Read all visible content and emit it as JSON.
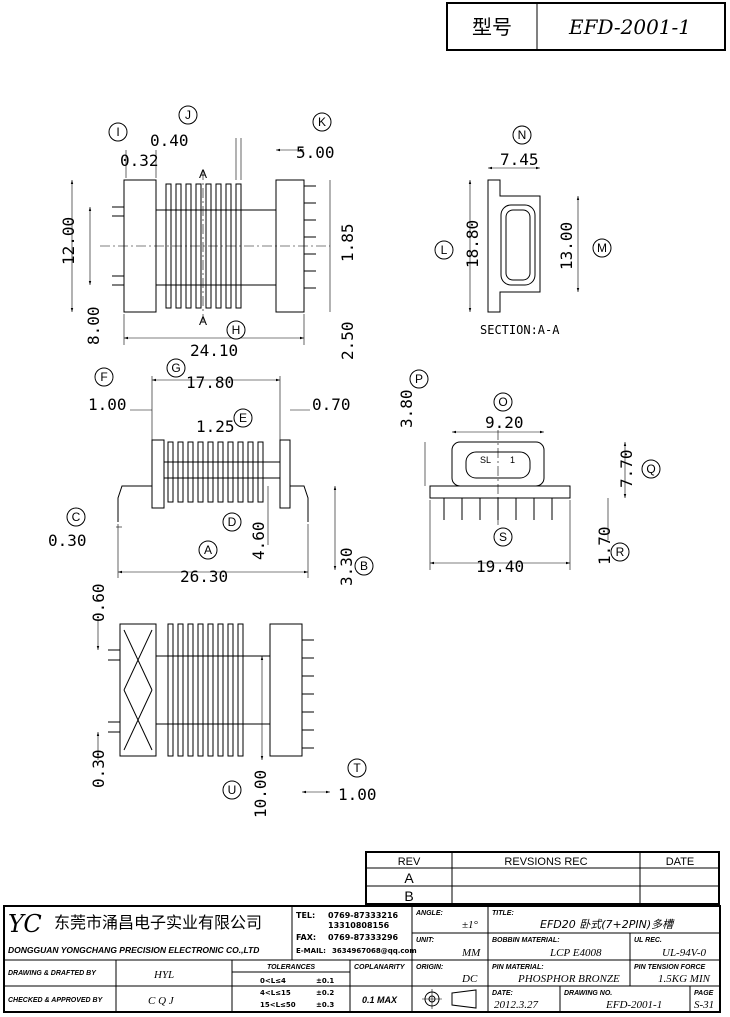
{
  "header": {
    "model_label": "型号",
    "model_value": "EFD-2001-1"
  },
  "dimensions": {
    "top_view": {
      "I": "0.32",
      "J": "0.40",
      "K": "5.00",
      "h1": "12.00",
      "h2": "8.00",
      "h3": "1.85",
      "h4": "2.50",
      "width": "24.10",
      "section_mark": "A"
    },
    "section": {
      "N": "7.45",
      "L": "18.80",
      "M": "13.00",
      "caption": "SECTION:A-A"
    },
    "front_view": {
      "G": "17.80",
      "F": "1.00",
      "E": "1.25",
      "right": "0.70",
      "D": "4.60",
      "C": "0.30",
      "A": "26.30",
      "B": "3.30"
    },
    "side_view": {
      "P": "3.80",
      "O": "9.20",
      "Q": "7.70",
      "R": "1.70",
      "S": "19.40",
      "tag": "SL",
      "tag_num": "1"
    },
    "bottom_view": {
      "top": "0.60",
      "left": "0.30",
      "U": "10.00",
      "T": "1.00"
    }
  },
  "callouts": [
    "A",
    "B",
    "C",
    "D",
    "E",
    "F",
    "G",
    "H",
    "I",
    "J",
    "K",
    "L",
    "M",
    "N",
    "O",
    "P",
    "Q",
    "R",
    "S",
    "T",
    "U"
  ],
  "revision": {
    "rev_header": "REV",
    "rec_header": "REVSIONS REC",
    "date_header": "DATE",
    "rows": [
      "A",
      "B"
    ]
  },
  "company": {
    "logo": "YC",
    "name_cn": "东莞市涌昌电子实业有限公司",
    "name_en": "DONGGUAN YONGCHANG PRECISION ELECTRONIC CO.,LTD",
    "tel_label": "TEL:",
    "tel1": "0769-87333216",
    "tel2": "13310808156",
    "fax_label": "FAX:",
    "fax": "0769-87333296",
    "email_label": "E-MAIL:",
    "email": "3634967068@qq.com"
  },
  "title_block": {
    "drawn_label": "DRAWING & DRAFTED BY",
    "drawn_value": "HYL",
    "checked_label": "CHECKED & APPROVED BY",
    "checked_value": "C Q J",
    "tol_label": "TOLERANCES",
    "tol_rows": [
      [
        "0<L≤4",
        "±0.1"
      ],
      [
        "4<L≤15",
        "±0.2"
      ],
      [
        "15<L≤50",
        "±0.3"
      ]
    ],
    "coplanarity_label": "COPLANARITY",
    "coplanarity_value": "0.1 MAX",
    "angle_label": "ANGLE:",
    "angle_value": "±1°",
    "unit_label": "UNIT:",
    "unit_value": "MM",
    "origin_label": "ORIGIN:",
    "origin_value": "DC",
    "title_label": "TITLE:",
    "title_value": "EFD20 卧式(7+2PIN)多槽",
    "bobbin_label": "BOBBIN MATERIAL:",
    "bobbin_value": "LCP E4008",
    "ul_label": "UL REC.",
    "ul_value": "UL-94V-0",
    "pin_label": "PIN MATERIAL:",
    "pin_value": "PHOSPHOR BRONZE",
    "tension_label": "PIN TENSION FORCE",
    "tension_value": "1.5KG MIN",
    "date_label": "DATE:",
    "date_value": "2012.3.27",
    "drawing_label": "DRAWING NO.",
    "drawing_value": "EFD-2001-1",
    "page_label": "PAGE",
    "page_value": "S-31"
  }
}
